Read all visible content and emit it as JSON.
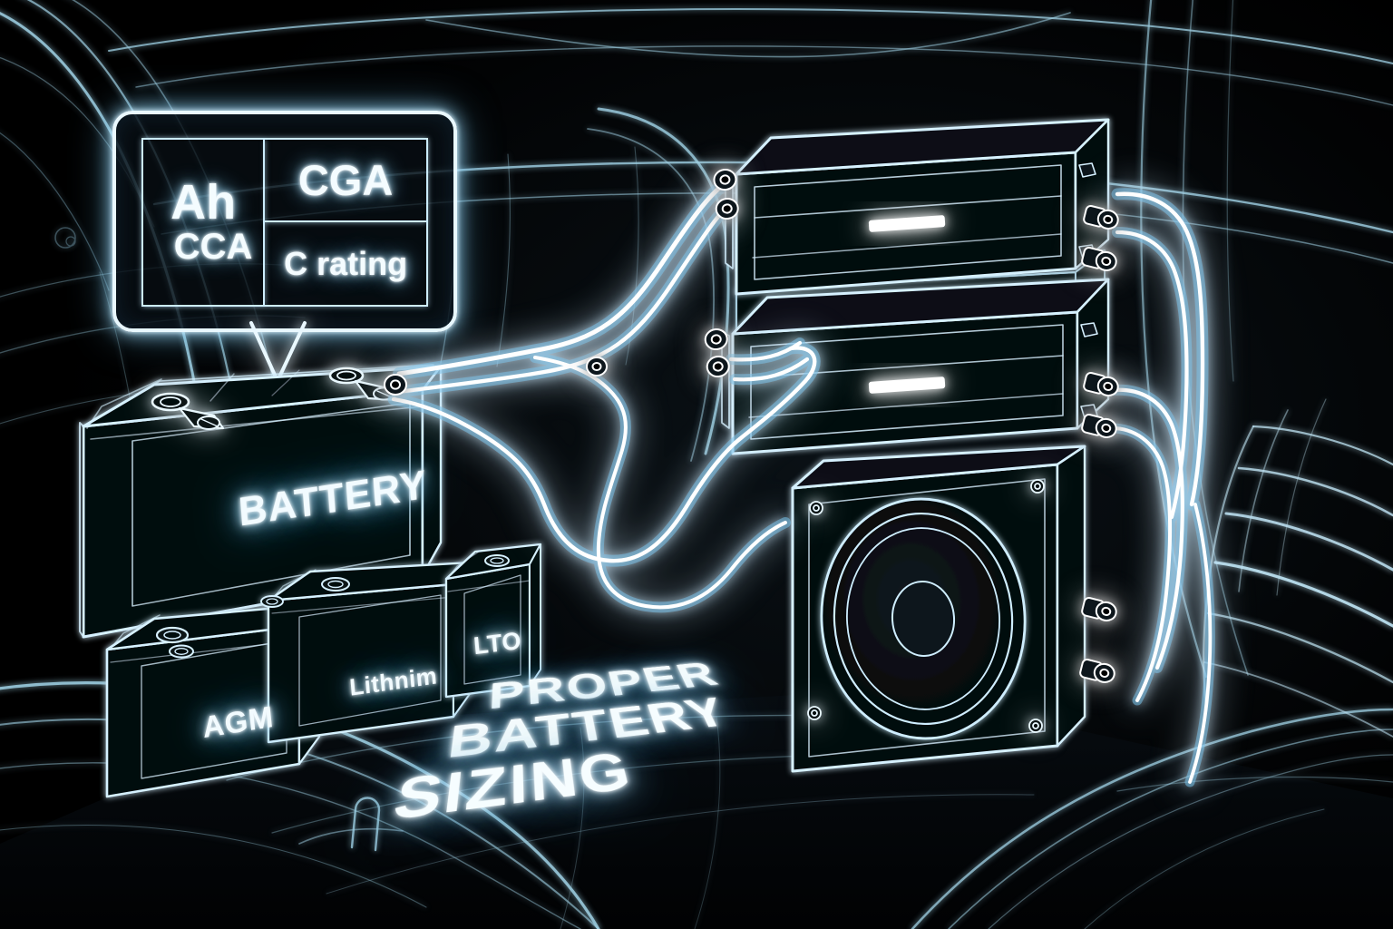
{
  "scene": {
    "kind": "neon line-art illustration",
    "subject": "car trunk car-audio installation showing battery sizing",
    "background_color": "#020304",
    "line_color": "#cfeeff",
    "glow_color": "#7dc6ee",
    "accent_white": "#ffffff"
  },
  "callout": {
    "name": "battery-spec-callout",
    "cells": {
      "ah": "Ah",
      "cca": "CCA",
      "cga": "CGA",
      "c_rating": "C rating"
    }
  },
  "batteries": {
    "main": {
      "label": "BATTERY"
    },
    "small": [
      {
        "label": "AGM"
      },
      {
        "label": "Lithnim"
      },
      {
        "label": "LTO"
      }
    ]
  },
  "floor_title": {
    "line1": "PROPER",
    "line2": "BATTERY",
    "line3": "SIZING"
  },
  "equipment": {
    "amplifiers": [
      {
        "name": "amplifier-top",
        "led_indicator": true
      },
      {
        "name": "amplifier-middle",
        "led_indicator": true
      },
      {
        "name": "amplifier-rear",
        "led_indicator": false
      }
    ],
    "subwoofer": {
      "name": "subwoofer-enclosure",
      "cone_rings": 4,
      "corner_screws": 4
    }
  },
  "wiring": {
    "cable_count": 6,
    "terminal_lugs": 10,
    "description": "glowing power cables routed from battery terminals to amplifier posts"
  }
}
